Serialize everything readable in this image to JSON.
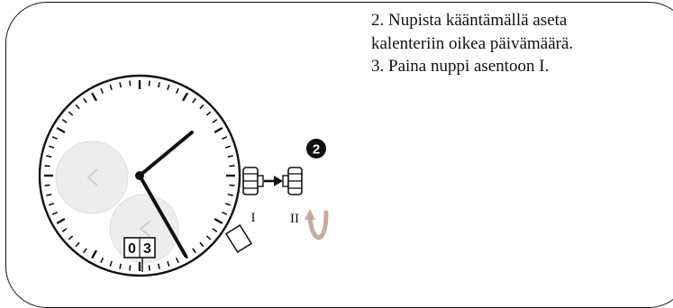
{
  "instructions": {
    "line_1": "2. Nupista kääntämällä aseta",
    "line_2": "kalenteriin oikea päivämäärä.",
    "line_3": "3. Paina nuppi asentoon I."
  },
  "diagram": {
    "step_badge": "2",
    "date_digit_1": "0",
    "date_digit_2": "3",
    "crown_position_1": "I",
    "crown_position_2": "II"
  },
  "colors": {
    "ink": "#111111",
    "rotation_arrow": "#c9aaa4",
    "subdial": "#e6e6e6"
  }
}
